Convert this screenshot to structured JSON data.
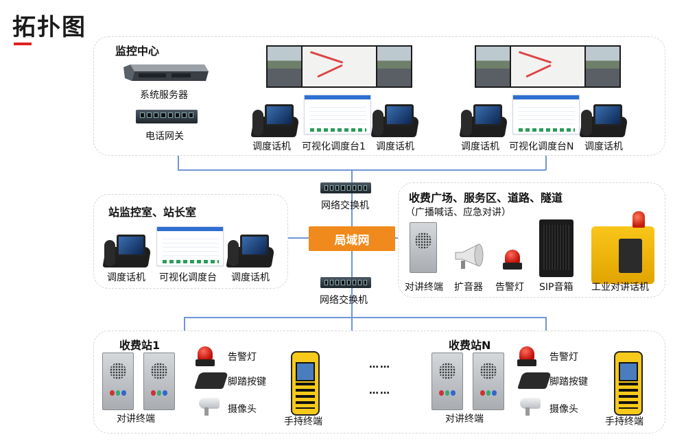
{
  "page": {
    "title": "拓扑图"
  },
  "monitor_center": {
    "title": "监控中心",
    "server_label": "系统服务器",
    "gateway_label": "电话网关",
    "group1": {
      "phone_left": "调度话机",
      "console": "可视化调度台1",
      "phone_right": "调度话机"
    },
    "group2": {
      "phone_left": "调度话机",
      "console": "可视化调度台N",
      "phone_right": "调度话机"
    }
  },
  "network": {
    "switch_top": "网络交换机",
    "lan": "局域网",
    "switch_bottom": "网络交换机"
  },
  "station_room": {
    "title": "站监控室、站长室",
    "phone_left": "调度话机",
    "console": "可视化调度台",
    "phone_right": "调度话机"
  },
  "plaza": {
    "title": "收费广场、服务区、道路、隧道",
    "subtitle": "（广播喊话、应急对讲）",
    "devices": [
      "对讲终端",
      "扩音器",
      "告警灯",
      "SIP音箱",
      "工业对讲话机"
    ]
  },
  "toll1": {
    "title": "收费站1",
    "intercom_label": "对讲终端",
    "alarm_label": "告警灯",
    "pedal_label": "脚踏按键",
    "camera_label": "摄像头",
    "handheld_label": "手持终端"
  },
  "tollN": {
    "title": "收费站N",
    "intercom_label": "对讲终端",
    "alarm_label": "告警灯",
    "pedal_label": "脚踏按键",
    "camera_label": "摄像头",
    "handheld_label": "手持终端"
  },
  "ellipsis": [
    "……",
    "……"
  ],
  "colors": {
    "accent": "#e02020",
    "lan": "#f08a1c",
    "link": "#6f94d8"
  }
}
